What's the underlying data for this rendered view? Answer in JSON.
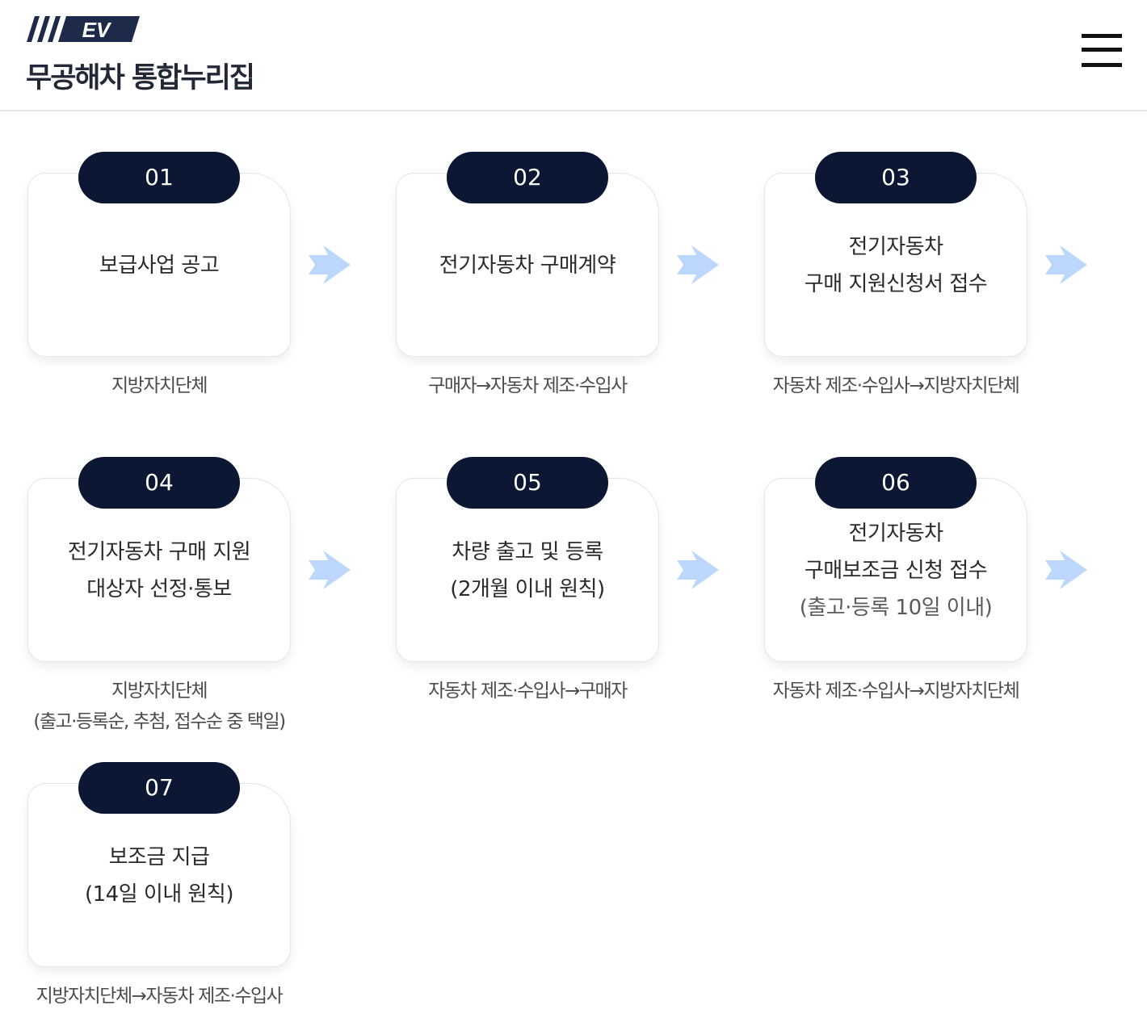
{
  "header": {
    "logo_badge": "EV",
    "title": "무공해차 통합누리집",
    "menu_icon": "hamburger-menu-icon"
  },
  "colors": {
    "badge": "#0b1733",
    "arrow": "#bcd7fb",
    "card_border": "#e4e6ea"
  },
  "steps": [
    {
      "number": "01",
      "lines": [
        "보급사업 공고"
      ],
      "note": "",
      "actor": [
        "지방자치단체"
      ]
    },
    {
      "number": "02",
      "lines": [
        "전기자동차 구매계약"
      ],
      "note": "",
      "actor": [
        "구매자→자동차 제조·수입사"
      ]
    },
    {
      "number": "03",
      "lines": [
        "전기자동차",
        "구매 지원신청서 접수"
      ],
      "note": "",
      "actor": [
        "자동차 제조·수입사→지방자치단체"
      ]
    },
    {
      "number": "04",
      "lines": [
        "전기자동차 구매 지원",
        "대상자 선정·통보"
      ],
      "note": "",
      "actor": [
        "지방자치단체",
        "(출고·등록순, 추첨, 접수순 중 택일)"
      ]
    },
    {
      "number": "05",
      "lines": [
        "차량 출고 및 등록",
        "(2개월 이내 원칙)"
      ],
      "note": "",
      "actor": [
        "자동차 제조·수입사→구매자"
      ]
    },
    {
      "number": "06",
      "lines": [
        "전기자동차",
        "구매보조금 신청 접수"
      ],
      "note": "(출고·등록 10일 이내)",
      "actor": [
        "자동차 제조·수입사→지방자치단체"
      ]
    },
    {
      "number": "07",
      "lines": [
        "보조금 지급",
        "(14일 이내 원칙)"
      ],
      "note": "",
      "actor": [
        "지방자치단체→자동차 제조·수입사"
      ]
    }
  ]
}
